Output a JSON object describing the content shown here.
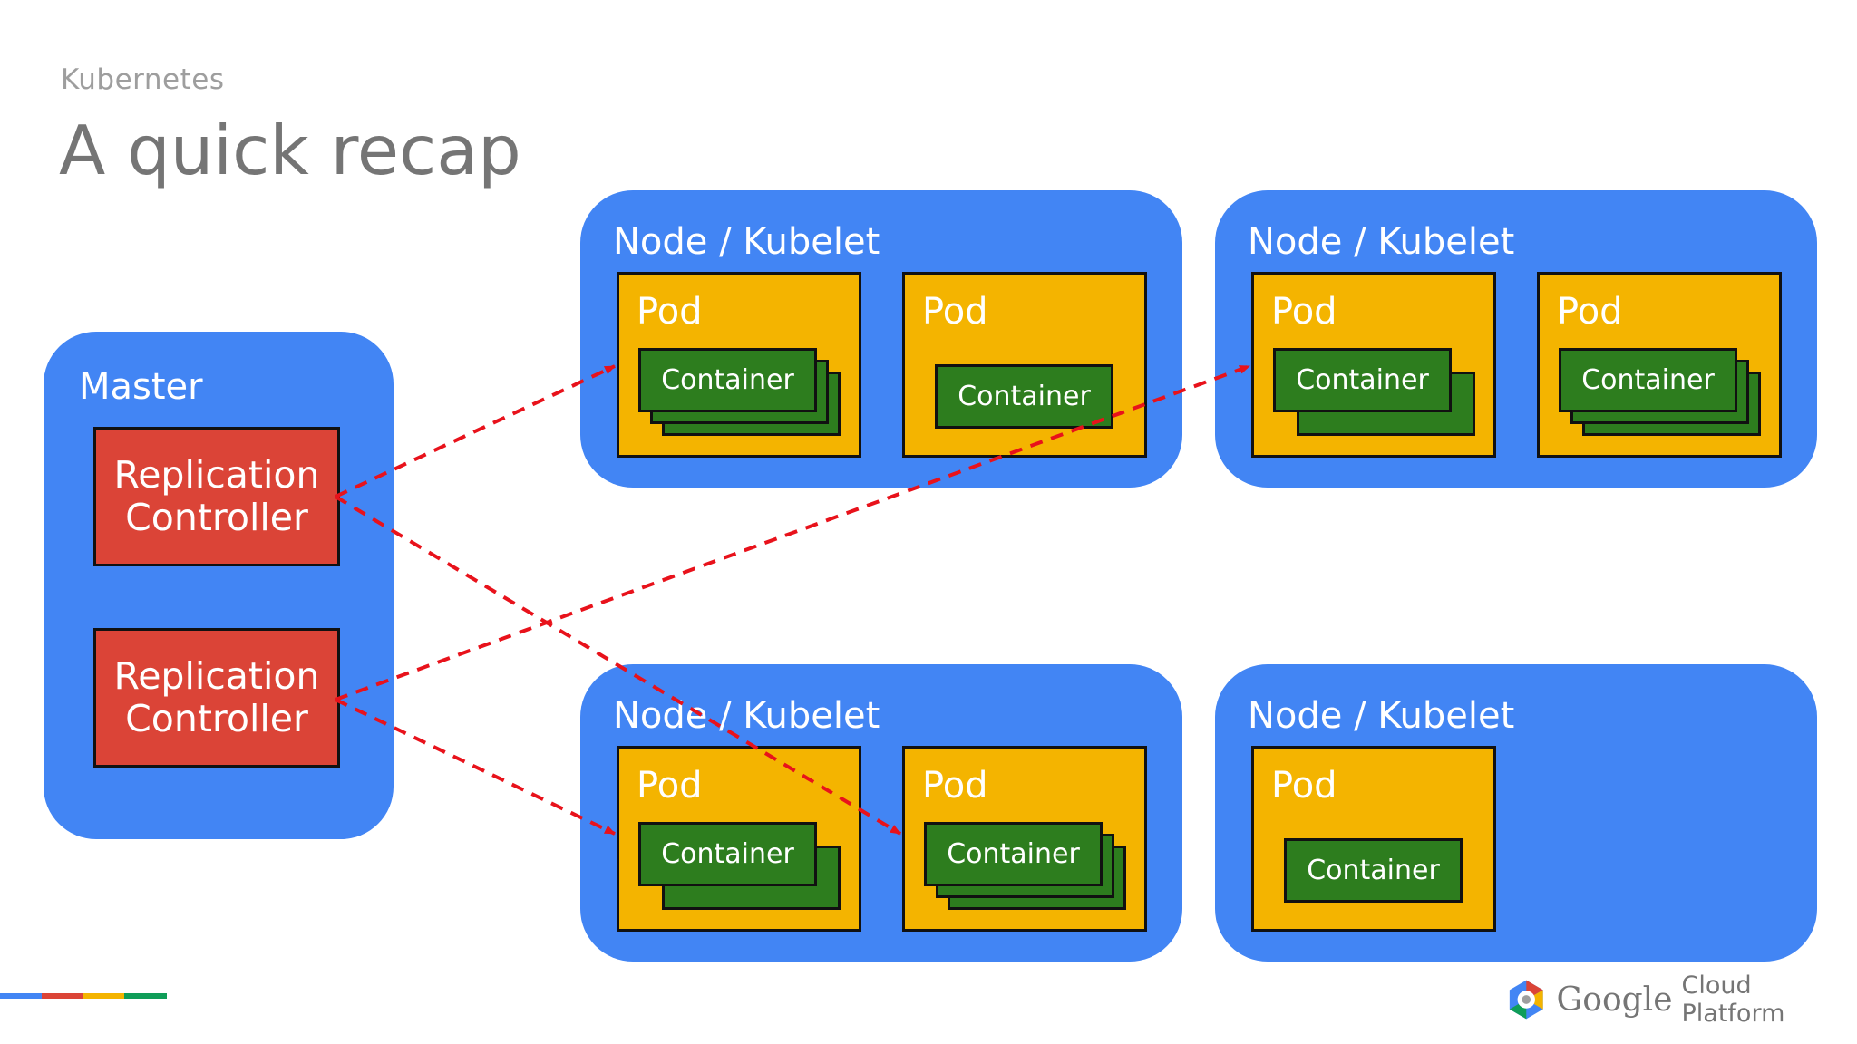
{
  "header": {
    "eyebrow": "Kubernetes",
    "title": "A quick recap"
  },
  "master": {
    "label": "Master",
    "controllers": [
      {
        "label": "Replication Controller"
      },
      {
        "label": "Replication Controller"
      }
    ]
  },
  "nodes": [
    {
      "label": "Node / Kubelet",
      "pods": [
        {
          "label": "Pod",
          "container": "Container",
          "stack": 3
        },
        {
          "label": "Pod",
          "container": "Container",
          "stack": 1
        }
      ]
    },
    {
      "label": "Node / Kubelet",
      "pods": [
        {
          "label": "Pod",
          "container": "Container",
          "stack": 2
        },
        {
          "label": "Pod",
          "container": "Container",
          "stack": 3
        }
      ]
    },
    {
      "label": "Node / Kubelet",
      "pods": [
        {
          "label": "Pod",
          "container": "Container",
          "stack": 2
        },
        {
          "label": "Pod",
          "container": "Container",
          "stack": 3
        }
      ]
    },
    {
      "label": "Node / Kubelet",
      "pods": [
        {
          "label": "Pod",
          "container": "Container",
          "stack": 1
        }
      ]
    }
  ],
  "edges": [
    {
      "from": "replication-controller-1",
      "to": "node-1-pod-1"
    },
    {
      "from": "replication-controller-1",
      "to": "node-3-pod-2"
    },
    {
      "from": "replication-controller-2",
      "to": "node-2-pod-1"
    },
    {
      "from": "replication-controller-2",
      "to": "node-3-pod-1"
    }
  ],
  "footer": {
    "brand_google": "Google",
    "brand_rest": "Cloud Platform",
    "bar_colors": [
      "#4285f4",
      "#db4437",
      "#f4b400",
      "#0f9d58"
    ]
  },
  "colors": {
    "blue": "#4285f4",
    "red": "#db4437",
    "yellow": "#f4b400",
    "green": "#2d7d1e",
    "arrow": "#e8121b"
  }
}
